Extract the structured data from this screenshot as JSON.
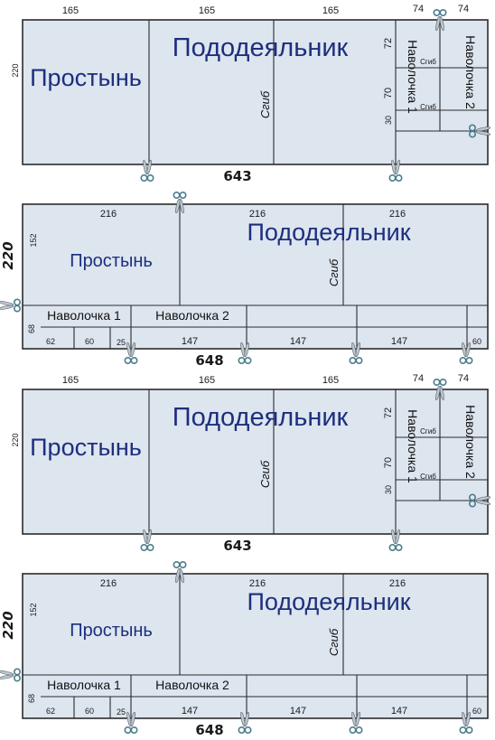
{
  "layout_a": {
    "top_dims": [
      "165",
      "165",
      "165",
      "74",
      "74"
    ],
    "height": "220",
    "sheet_label": "Простынь",
    "duvet_label": "Пододеяльник",
    "fold_label": "Сгиб",
    "pillow1_label": "Наволочка 1",
    "pillow2_label": "Наволочка 2",
    "pillow_fold": "Сгиб",
    "pillow_dims": [
      "72",
      "70",
      "30"
    ],
    "total": "643"
  },
  "layout_b": {
    "top_dims": [
      "216",
      "216",
      "216"
    ],
    "height": "220",
    "sheet_height": "152",
    "sheet_label": "Простынь",
    "duvet_label": "Пододеяльник",
    "fold_label": "Сгиб",
    "pillow1_label": "Наволочка 1",
    "pillow2_label": "Наволочка 2",
    "strip_height": "68",
    "bottom_dims": [
      "62",
      "60",
      "25",
      "147",
      "147",
      "147",
      "60"
    ],
    "total": "648"
  },
  "icons": {
    "scissors": "scissors-icon"
  },
  "colors": {
    "sheet": "#dde5ef",
    "title": "#1d2f7d",
    "outline": "#2b2b2b"
  }
}
